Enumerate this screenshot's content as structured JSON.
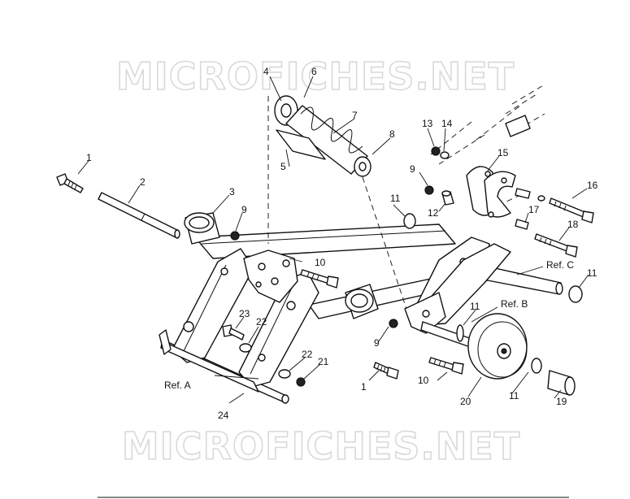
{
  "watermark": {
    "text": "MICROFICHES.NET"
  },
  "callouts": [
    {
      "id": "c1a",
      "text": "1"
    },
    {
      "id": "c2",
      "text": "2"
    },
    {
      "id": "c3",
      "text": "3"
    },
    {
      "id": "c4",
      "text": "4"
    },
    {
      "id": "c5",
      "text": "5"
    },
    {
      "id": "c6",
      "text": "6"
    },
    {
      "id": "c7",
      "text": "7"
    },
    {
      "id": "c8",
      "text": "8"
    },
    {
      "id": "c9a",
      "text": "9"
    },
    {
      "id": "c9b",
      "text": "9"
    },
    {
      "id": "c9c",
      "text": "9"
    },
    {
      "id": "c10a",
      "text": "10"
    },
    {
      "id": "c10b",
      "text": "10"
    },
    {
      "id": "c11a",
      "text": "11"
    },
    {
      "id": "c11b",
      "text": "11"
    },
    {
      "id": "c11c",
      "text": "11"
    },
    {
      "id": "c11d",
      "text": "11"
    },
    {
      "id": "c12",
      "text": "12"
    },
    {
      "id": "c13",
      "text": "13"
    },
    {
      "id": "c14",
      "text": "14"
    },
    {
      "id": "c15",
      "text": "15"
    },
    {
      "id": "c16",
      "text": "16"
    },
    {
      "id": "c17",
      "text": "17"
    },
    {
      "id": "c18",
      "text": "18"
    },
    {
      "id": "c19",
      "text": "19"
    },
    {
      "id": "c20",
      "text": "20"
    },
    {
      "id": "c21",
      "text": "21"
    },
    {
      "id": "c22a",
      "text": "22"
    },
    {
      "id": "c22b",
      "text": "22"
    },
    {
      "id": "c23",
      "text": "23"
    },
    {
      "id": "c24",
      "text": "24"
    },
    {
      "id": "c1b",
      "text": "1"
    }
  ],
  "references": [
    {
      "id": "refA",
      "text": "Ref. A"
    },
    {
      "id": "refB",
      "text": "Ref. B"
    },
    {
      "id": "refC",
      "text": "Ref. C"
    }
  ]
}
